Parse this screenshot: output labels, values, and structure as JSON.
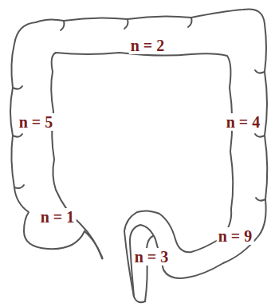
{
  "diagram": {
    "labels": [
      "n = 2",
      "n = 5",
      "n = 4",
      "n = 1",
      "n = 9",
      "n = 3"
    ]
  }
}
